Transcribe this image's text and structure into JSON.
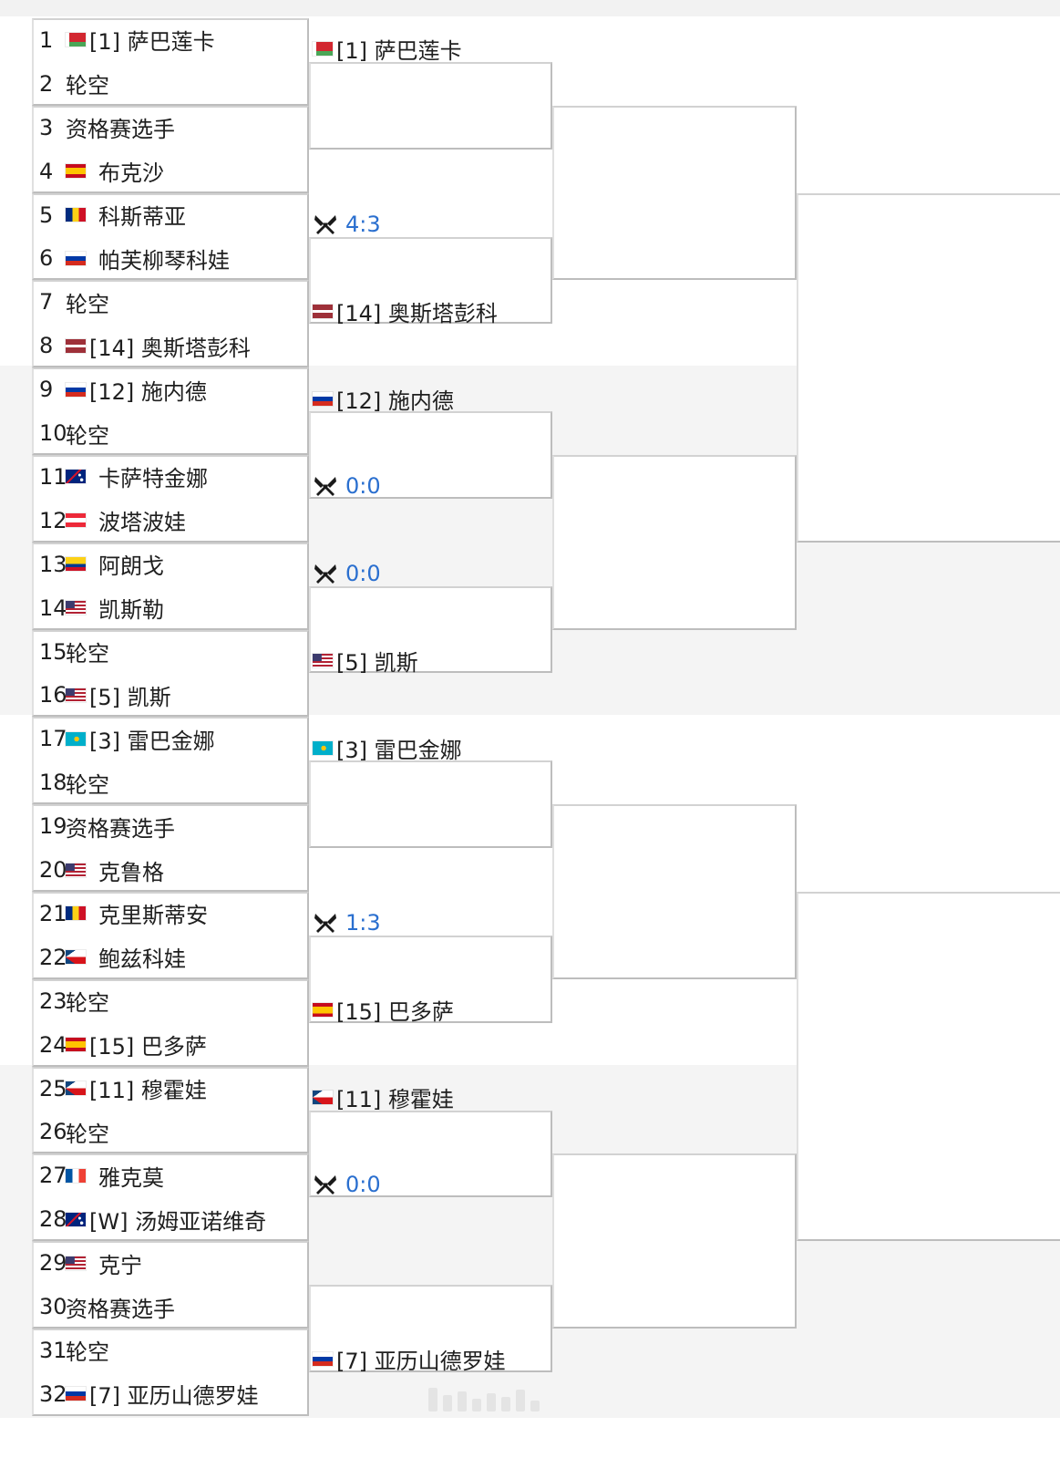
{
  "first_round": [
    {
      "seq": "1",
      "flag": "BLR",
      "name": "[1] 萨巴莲卡"
    },
    {
      "seq": "2",
      "flag": "",
      "name": "轮空"
    },
    {
      "seq": "3",
      "flag": "",
      "name": "资格赛选手"
    },
    {
      "seq": "4",
      "flag": "ESP",
      "name": "布克沙"
    },
    {
      "seq": "5",
      "flag": "ROU",
      "name": "科斯蒂亚"
    },
    {
      "seq": "6",
      "flag": "RUS",
      "name": "帕芙柳琴科娃"
    },
    {
      "seq": "7",
      "flag": "",
      "name": "轮空"
    },
    {
      "seq": "8",
      "flag": "LAT",
      "name": "[14] 奥斯塔彭科"
    },
    {
      "seq": "9",
      "flag": "RUS",
      "name": "[12] 施内德"
    },
    {
      "seq": "10",
      "flag": "",
      "name": "轮空"
    },
    {
      "seq": "11",
      "flag": "AUS",
      "name": "卡萨特金娜"
    },
    {
      "seq": "12",
      "flag": "AUT",
      "name": "波塔波娃"
    },
    {
      "seq": "13",
      "flag": "COL",
      "name": "阿朗戈"
    },
    {
      "seq": "14",
      "flag": "USA",
      "name": "凯斯勒"
    },
    {
      "seq": "15",
      "flag": "",
      "name": "轮空"
    },
    {
      "seq": "16",
      "flag": "USA",
      "name": "[5] 凯斯"
    },
    {
      "seq": "17",
      "flag": "KAZ",
      "name": "[3] 雷巴金娜"
    },
    {
      "seq": "18",
      "flag": "",
      "name": "轮空"
    },
    {
      "seq": "19",
      "flag": "",
      "name": "资格赛选手"
    },
    {
      "seq": "20",
      "flag": "USA",
      "name": "克鲁格"
    },
    {
      "seq": "21",
      "flag": "ROU",
      "name": "克里斯蒂安"
    },
    {
      "seq": "22",
      "flag": "CZE",
      "name": "鲍兹科娃"
    },
    {
      "seq": "23",
      "flag": "",
      "name": "轮空"
    },
    {
      "seq": "24",
      "flag": "ESP",
      "name": "[15] 巴多萨"
    },
    {
      "seq": "25",
      "flag": "CZE",
      "name": "[11] 穆霍娃"
    },
    {
      "seq": "26",
      "flag": "",
      "name": "轮空"
    },
    {
      "seq": "27",
      "flag": "FRA",
      "name": "雅克莫"
    },
    {
      "seq": "28",
      "flag": "AUS",
      "name": "[W] 汤姆亚诺维奇"
    },
    {
      "seq": "29",
      "flag": "USA",
      "name": "克宁"
    },
    {
      "seq": "30",
      "flag": "",
      "name": "资格赛选手"
    },
    {
      "seq": "31",
      "flag": "",
      "name": "轮空"
    },
    {
      "seq": "32",
      "flag": "RUS",
      "name": "[7] 亚历山德罗娃"
    }
  ],
  "second_round": [
    {
      "type": "player",
      "flag": "BLR",
      "name": "[1] 萨巴莲卡"
    },
    {
      "type": "empty"
    },
    {
      "type": "score",
      "icon": "crossed-rackets-icon",
      "score": "4:3"
    },
    {
      "type": "player",
      "flag": "LAT",
      "name": "[14] 奥斯塔彭科"
    },
    {
      "type": "player",
      "flag": "RUS",
      "name": "[12] 施内德"
    },
    {
      "type": "score",
      "icon": "crossed-rackets-icon",
      "score": "0:0"
    },
    {
      "type": "score",
      "icon": "crossed-rackets-icon",
      "score": "0:0"
    },
    {
      "type": "player",
      "flag": "USA",
      "name": "[5] 凯斯"
    },
    {
      "type": "player",
      "flag": "KAZ",
      "name": "[3] 雷巴金娜"
    },
    {
      "type": "empty"
    },
    {
      "type": "score",
      "icon": "crossed-rackets-icon",
      "score": "1:3"
    },
    {
      "type": "player",
      "flag": "ESP",
      "name": "[15] 巴多萨"
    },
    {
      "type": "player",
      "flag": "CZE",
      "name": "[11] 穆霍娃"
    },
    {
      "type": "score",
      "icon": "crossed-rackets-icon",
      "score": "0:0"
    },
    {
      "type": "empty"
    },
    {
      "type": "player",
      "flag": "RUS",
      "name": "[7] 亚历山德罗娃"
    }
  ],
  "colors": {
    "score_text": "#2a6fcf",
    "band_alt": "#f4f4f4",
    "line": "#cfcfcf"
  }
}
